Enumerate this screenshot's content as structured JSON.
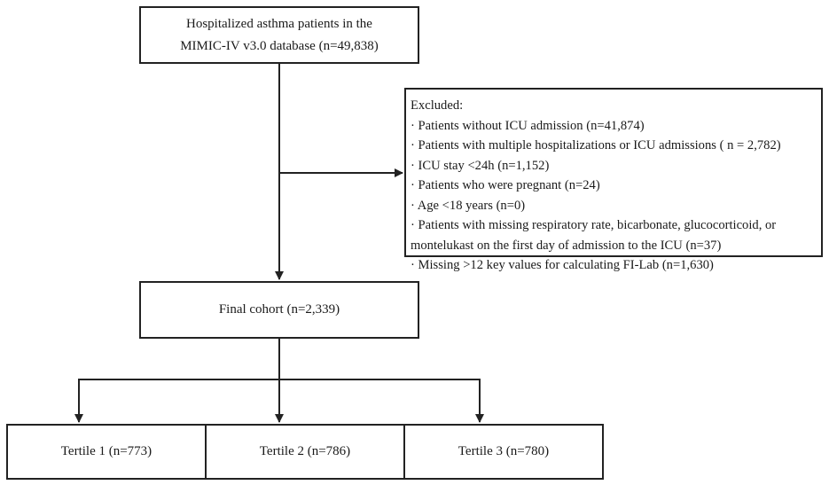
{
  "top_box": {
    "line1": "Hospitalized asthma patients in the",
    "line2": "MIMIC-IV v3.0 database (n=49,838)"
  },
  "excluded_box": {
    "heading": "Excluded:",
    "items": [
      "· Patients without ICU admission (n=41,874)",
      "· Patients with multiple hospitalizations or ICU admissions ( n = 2,782)",
      "· ICU stay <24h (n=1,152)",
      "· Patients who were pregnant (n=24)",
      "· Age <18 years (n=0)",
      "· Patients with missing respiratory rate, bicarbonate, glucocorticoid, or",
      "montelukast on the first day of admission to the ICU (n=37)",
      "· Missing >12 key values for calculating FI-Lab (n=1,630)"
    ]
  },
  "final_box": {
    "label": "Final cohort (n=2,339)"
  },
  "tertiles": [
    {
      "label": "Tertile 1 (n=773)"
    },
    {
      "label": "Tertile 2 (n=786)"
    },
    {
      "label": "Tertile 3 (n=780)"
    }
  ]
}
